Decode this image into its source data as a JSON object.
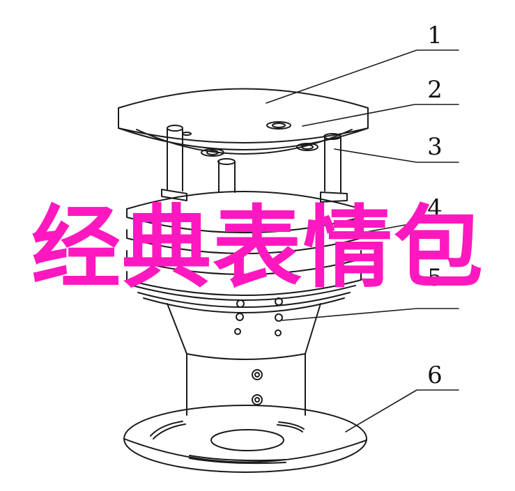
{
  "overlay_title": "经典表情包",
  "callouts": [
    "1",
    "2",
    "3",
    "4",
    "5",
    "6"
  ],
  "colors": {
    "background": "#ffffff",
    "line": "#1a1a1a",
    "overlay_text": "#ff18bf"
  }
}
